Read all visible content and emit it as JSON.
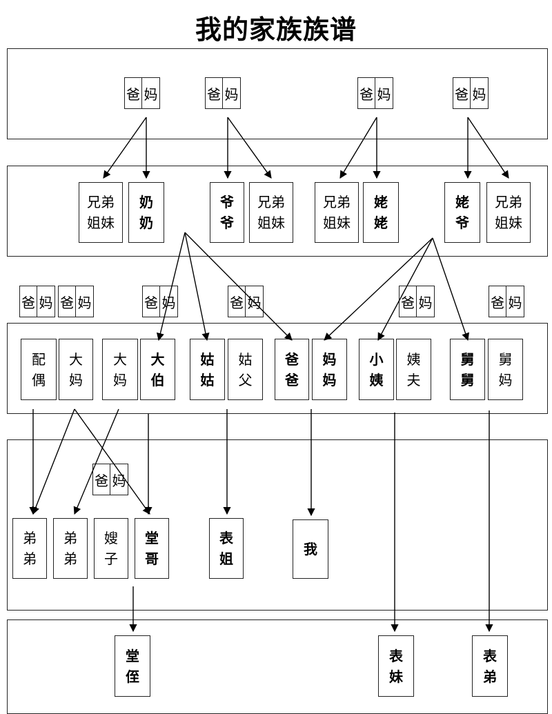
{
  "title": "我的家族族谱",
  "parent_label": {
    "father": "爸",
    "mother": "妈"
  },
  "gen1": {
    "couples": 4
  },
  "gen2": {
    "gf_siblings": "兄弟\n姐妹",
    "nainai": "奶\n奶",
    "yeye": "爷\n爷",
    "gm_siblings": "兄弟\n姐妹",
    "waipo_siblings": "兄弟\n姐妹",
    "laolao": "姥\n姥",
    "laoye": "姥\n爷",
    "waigong_siblings": "兄弟\n姐妹"
  },
  "gen3": {
    "peiou": "配\n偶",
    "dama1": "大\n妈",
    "dama2": "大\n妈",
    "dabo": "大\n伯",
    "gugu": "姑\n姑",
    "gufu": "姑\n父",
    "baba": "爸\n爸",
    "mama": "妈\n妈",
    "xiaoyi": "小\n姨",
    "yifu": "姨\n夫",
    "jiujiu": "舅\n舅",
    "jiuma": "舅\n妈"
  },
  "gen4": {
    "didi1": "弟\n弟",
    "didi2": "弟\n弟",
    "saozi": "嫂\n子",
    "tangge": "堂\n哥",
    "biaojie": "表\n姐",
    "wo": "我"
  },
  "gen5": {
    "tangzhi": "堂\n侄",
    "biaomei": "表\n妹",
    "biaodi": "表\n弟"
  }
}
